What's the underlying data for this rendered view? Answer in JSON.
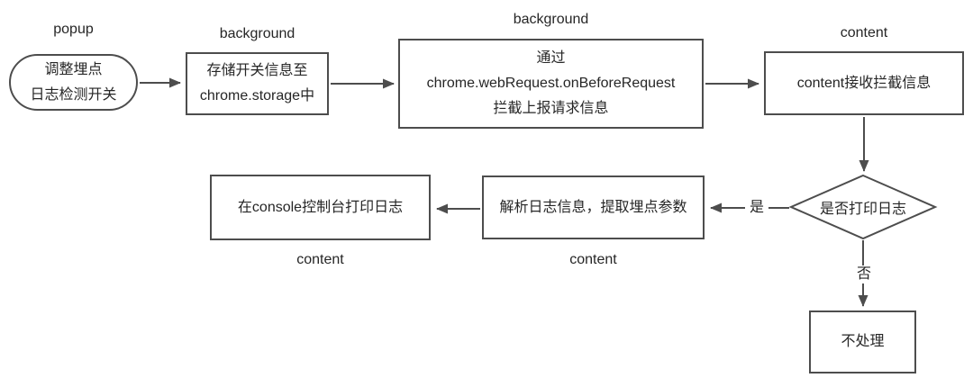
{
  "diagram": {
    "colors": {
      "stroke": "#4d4d4d",
      "text": "#262626",
      "background": "#ffffff"
    },
    "lane_labels": {
      "popup": "popup",
      "background_store": "background",
      "background_intercept": "background",
      "content_receive": "content",
      "content_console": "content",
      "content_parse": "content"
    },
    "nodes": {
      "popup_toggle": {
        "lines": [
          "调整埋点",
          "日志检测开关"
        ]
      },
      "store_switch": {
        "lines": [
          "存储开关信息至",
          "chrome.storage中"
        ]
      },
      "intercept_request": {
        "lines": [
          "通过",
          "chrome.webRequest.onBeforeRequest",
          "拦截上报请求信息"
        ]
      },
      "content_receive": {
        "text": "content接收拦截信息"
      },
      "decision_print": {
        "text": "是否打印日志"
      },
      "parse_log": {
        "text": "解析日志信息，提取埋点参数"
      },
      "print_console": {
        "text": "在console控制台打印日志"
      },
      "no_action": {
        "text": "不处理"
      }
    },
    "edge_labels": {
      "yes": "是",
      "no": "否"
    }
  }
}
